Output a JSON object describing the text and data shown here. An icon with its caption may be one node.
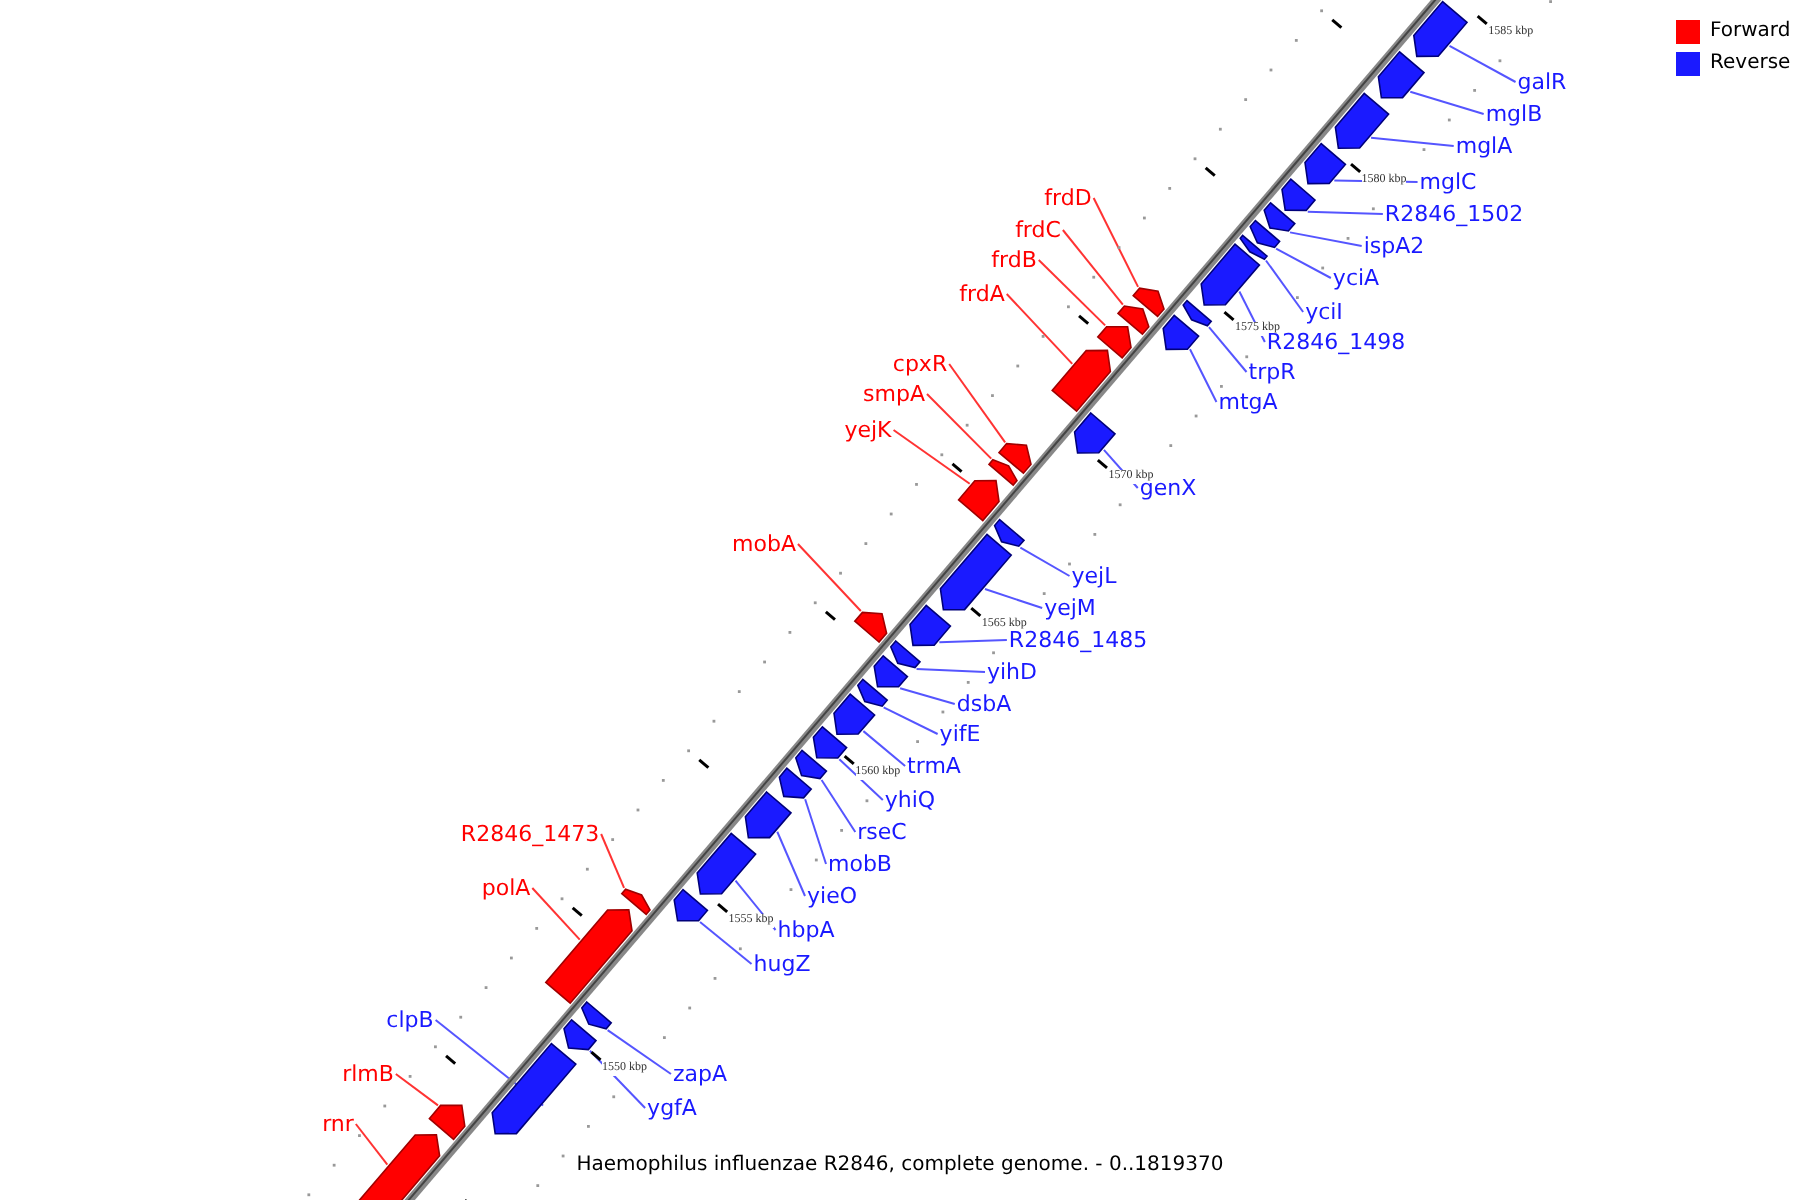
{
  "diagram": {
    "caption": "Haemophilus influenzae R2846, complete genome. - 0..1819370",
    "nodes": [
      {
        "text": [
          "galR"
        ]
      },
      {
        "text": [],
        "shape": "bar"
      },
      {
        "text": [
          "mglB"
        ]
      },
      {
        "text": [],
        "shape": "bar"
      },
      {
        "text": [
          "mglA"
        ]
      },
      {
        "text": [],
        "shape": "bar"
      },
      {
        "text": [
          "mglC"
        ]
      },
      {
        "text": [],
        "shape": "bar"
      },
      {
        "text": [
          "frdD"
        ]
      },
      {
        "text": [],
        "shape": "bar"
      },
      {
        "text": [
          "R2846_1502"
        ]
      },
      {
        "text": [],
        "shape": "bar"
      },
      {
        "text": [
          "frdC"
        ]
      },
      {
        "text": [],
        "shape": "bar"
      },
      {
        "text": [
          "ispA2"
        ]
      },
      {
        "text": [],
        "shape": "bar"
      },
      {
        "text": [
          "frdB"
        ]
      },
      {
        "text": [],
        "shape": "bar"
      },
      {
        "text": [
          "yciA"
        ]
      },
      {
        "text": [],
        "shape": "bar"
      },
      {
        "text": [
          "frdA"
        ]
      },
      {
        "text": [],
        "shape": "bar"
      },
      {
        "text": [
          "yciI"
        ]
      },
      {
        "text": [],
        "shape": "bar"
      },
      {
        "text": [
          "R2846_1498"
        ]
      },
      {
        "text": [],
        "shape": "bar"
      },
      {
        "text": [
          "cpxR"
        ]
      },
      {
        "text": [],
        "shape": "bar"
      },
      {
        "text": [
          "trpR"
        ]
      },
      {
        "text": [],
        "shape": "bar"
      },
      {
        "text": [
          "smpA"
        ]
      },
      {
        "text": [],
        "shape": "bar"
      },
      {
        "text": [
          "mtgA"
        ]
      },
      {
        "text": [],
        "shape": "bar"
      },
      {
        "text": [
          "yejK"
        ]
      },
      {
        "text": [],
        "shape": "bar"
      },
      {
        "text": [
          "genX"
        ]
      },
      {
        "text": [],
        "shape": "bar"
      },
      {
        "text": [
          "mobA"
        ]
      },
      {
        "text": [],
        "shape": "bar"
      },
      {
        "text": [
          "yejL"
        ]
      },
      {
        "text": [],
        "shape": "bar"
      },
      {
        "text": [
          "yejM"
        ]
      },
      {
        "text": [],
        "shape": "bar"
      },
      {
        "text": [
          "R2846_1485"
        ]
      },
      {
        "text": [],
        "shape": "bar"
      },
      {
        "text": [
          "yihD"
        ]
      },
      {
        "text": [],
        "shape": "bar"
      },
      {
        "text": [
          "dsbA"
        ]
      },
      {
        "text": [],
        "shape": "bar"
      },
      {
        "text": [
          "yifE"
        ]
      },
      {
        "text": [],
        "shape": "bar"
      },
      {
        "text": [
          "trmA"
        ]
      },
      {
        "text": [],
        "shape": "bar"
      },
      {
        "text": [
          "yhiQ"
        ]
      },
      {
        "text": [],
        "shape": "bar"
      },
      {
        "text": [
          "rseC"
        ]
      },
      {
        "text": [],
        "shape": "bar"
      },
      {
        "text": [
          "R2846_1473"
        ]
      },
      {
        "text": [],
        "shape": "bar"
      },
      {
        "text": [
          "mobB"
        ]
      },
      {
        "text": [],
        "shape": "bar"
      },
      {
        "text": [
          "polA"
        ]
      },
      {
        "text": [],
        "shape": "bar"
      },
      {
        "text": [
          "yieO"
        ]
      },
      {
        "text": [],
        "shape": "bar"
      },
      {
        "text": [
          "hbpA"
        ]
      },
      {
        "text": [],
        "shape": "bar"
      },
      {
        "text": [
          "hugZ"
        ]
      },
      {
        "text": [],
        "shape": "bar"
      },
      {
        "text": [
          "clpB"
        ]
      },
      {
        "text": [],
        "shape": "bar"
      },
      {
        "text": [
          "zapA"
        ]
      },
      {
        "text": [],
        "shape": "bar"
      },
      {
        "text": [
          "rlmB"
        ]
      },
      {
        "text": [],
        "shape": "bar"
      },
      {
        "text": [
          "ygfA"
        ]
      },
      {
        "text": [],
        "shape": "bar"
      },
      {
        "text": [
          "rnr"
        ]
      },
      {
        "text": [],
        "shape": "bar"
      }
    ],
    "edges": [
      {
        "from": 0,
        "to": 1,
        "arrow": "none"
      },
      {
        "from": 2,
        "to": 3,
        "arrow": "none"
      },
      {
        "from": 4,
        "to": 5,
        "arrow": "none"
      },
      {
        "from": 6,
        "to": 7,
        "arrow": "none"
      },
      {
        "from": 8,
        "to": 9,
        "arrow": "none",
        "color": "#ff3333"
      },
      {
        "from": 10,
        "to": 11,
        "arrow": "none"
      },
      {
        "from": 12,
        "to": 13,
        "arrow": "none",
        "color": "#ff3333"
      },
      {
        "from": 14,
        "to": 15,
        "arrow": "none"
      },
      {
        "from": 16,
        "to": 17,
        "arrow": "none",
        "color": "#ff3333"
      },
      {
        "from": 18,
        "to": 19,
        "arrow": "none"
      },
      {
        "from": 20,
        "to": 21,
        "arrow": "none",
        "color": "#ff3333"
      },
      {
        "from": 22,
        "to": 23,
        "arrow": "none"
      },
      {
        "from": 24,
        "to": 25,
        "arrow": "none"
      },
      {
        "from": 26,
        "to": 27,
        "arrow": "none",
        "color": "#ff3333"
      },
      {
        "from": 28,
        "to": 29,
        "arrow": "none"
      },
      {
        "from": 30,
        "to": 31,
        "arrow": "none",
        "color": "#ff3333"
      },
      {
        "from": 32,
        "to": 33,
        "arrow": "none"
      },
      {
        "from": 34,
        "to": 35,
        "arrow": "none",
        "color": "#ff3333"
      },
      {
        "from": 36,
        "to": 37,
        "arrow": "none"
      },
      {
        "from": 38,
        "to": 39,
        "arrow": "none",
        "color": "#ff3333"
      },
      {
        "from": 40,
        "to": 41,
        "arrow": "none"
      },
      {
        "from": 42,
        "to": 43,
        "arrow": "none"
      },
      {
        "from": 44,
        "to": 45,
        "arrow": "none"
      },
      {
        "from": 46,
        "to": 47,
        "arrow": "none"
      },
      {
        "from": 48,
        "to": 49,
        "arrow": "none"
      },
      {
        "from": 50,
        "to": 51,
        "arrow": "none"
      },
      {
        "from": 52,
        "to": 53,
        "arrow": "none"
      },
      {
        "from": 54,
        "to": 55,
        "arrow": "none"
      },
      {
        "from": 56,
        "to": 57,
        "arrow": "none"
      },
      {
        "from": 58,
        "to": 59,
        "arrow": "none",
        "color": "#ff3333"
      },
      {
        "from": 60,
        "to": 61,
        "arrow": "none"
      },
      {
        "from": 62,
        "to": 63,
        "arrow": "none",
        "color": "#ff3333"
      },
      {
        "from": 64,
        "to": 65,
        "arrow": "none"
      },
      {
        "from": 66,
        "to": 67,
        "arrow": "none"
      },
      {
        "from": 68,
        "to": 69,
        "arrow": "none"
      },
      {
        "from": 70,
        "to": 71,
        "arrow": "none"
      },
      {
        "from": 72,
        "to": 73,
        "arrow": "none"
      },
      {
        "from": 74,
        "to": 75,
        "arrow": "none",
        "color": "#ff3333"
      },
      {
        "from": 76,
        "to": 77,
        "arrow": "none"
      },
      {
        "from": 78,
        "to": 79,
        "arrow": "none",
        "color": "#ff3333"
      }
    ],
    "labels": [
      "1585 kbp",
      "1580 kbp",
      "1575 kbp",
      "1570 kbp",
      "1565 kbp",
      "1560 kbp",
      "1555 kbp",
      "1550 kbp"
    ],
    "legend": [
      {
        "text": "Forward",
        "color": "#ff0000"
      },
      {
        "text": "Reverse",
        "color": "#1a1aff"
      }
    ]
  }
}
